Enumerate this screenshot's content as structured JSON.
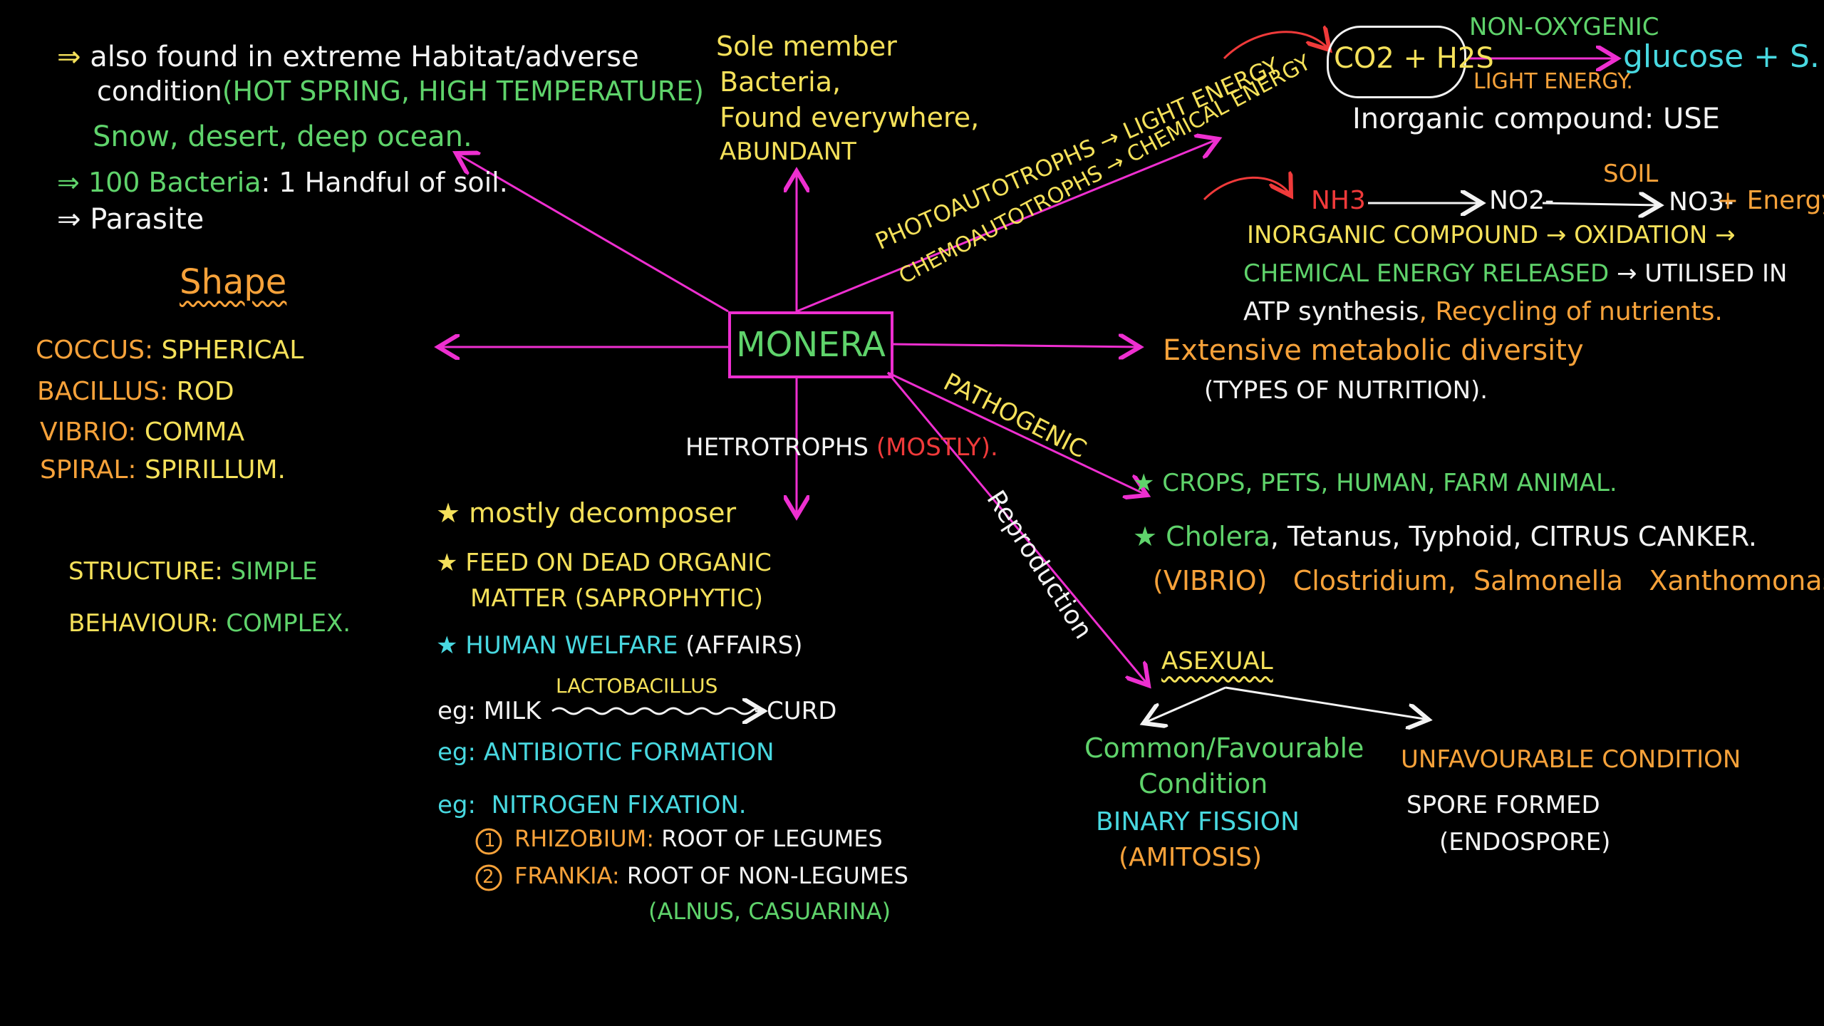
{
  "colors": {
    "background": "#000000",
    "white": "#f3f3f3",
    "yellow": "#f5e15a",
    "orange": "#f7a23a",
    "green": "#5fd36b",
    "cyan": "#48d8e0",
    "red": "#f03a3a",
    "magenta": "#ee2fd0"
  },
  "center": "MONERA",
  "habitat": {
    "line1": "also found in extreme Habitat/adverse",
    "line2a": "condition",
    "line2b": "(HOT SPRING, HIGH TEMPERATURE)",
    "line3": "Snow, desert, deep ocean.",
    "line4a": "100 Bacteria",
    "line4b": ": 1 Handful of soil.",
    "line5": "Parasite",
    "bullet": "⇒"
  },
  "sole": {
    "line1": "Sole member",
    "line2": "Bacteria,",
    "line3": "Found everywhere,",
    "line4": "ABUNDANT"
  },
  "shape": {
    "title": "Shape",
    "rows": [
      {
        "k": "COCCUS:",
        "v": "SPHERICAL"
      },
      {
        "k": "BACILLUS:",
        "v": "ROD"
      },
      {
        "k": "VIBRIO:",
        "v": "COMMA"
      },
      {
        "k": "SPIRAL:",
        "v": "SPIRILLUM."
      }
    ],
    "structure_k": "STRUCTURE:",
    "structure_v": "SIMPLE",
    "behaviour_k": "BEHAVIOUR:",
    "behaviour_v": "COMPLEX."
  },
  "auto": {
    "photo": "PHOTOAUTOTROPHS → LIGHT ENERGY",
    "chemo": "CHEMOAUTOTROPHS → CHEMICAL ENERGY",
    "reactants": "CO2 + H2S",
    "non_oxygenic": "NON-OXYGENIC",
    "light_energy": "LIGHT ENERGY.",
    "products": "glucose + S.",
    "inorganic_use": "Inorganic compound: USE",
    "soil": "SOIL",
    "nh3": "NH3",
    "no2": "NO2-",
    "no3": "NO3-",
    "plus_energy": "+ Energy",
    "line1": "INORGANIC COMPOUND → OXIDATION →",
    "line2": "CHEMICAL ENERGY RELEASED",
    "line2b": "→ UTILISED IN",
    "line3": "ATP synthesis",
    "line3b": ", Recycling of nutrients."
  },
  "metabolic": {
    "line1": "Extensive metabolic diversity",
    "line2": "(TYPES OF NUTRITION)."
  },
  "pathogenic": {
    "label": "PATHOGENIC",
    "line1": "CROPS, PETS, HUMAN, FARM ANIMAL.",
    "line2a": "Cholera",
    "line2b": ", Tetanus, Typhoid, CITRUS CANKER.",
    "line3a": "(VIBRIO)",
    "line3b": "Clostridium,",
    "line3c": "Salmonella",
    "line3d": "Xanthomonas.",
    "star": "★"
  },
  "hetero": {
    "label": "HETROTROPHS",
    "mostly": "(MOSTLY).",
    "line1": "mostly decomposer",
    "line2": "FEED ON DEAD ORGANIC",
    "line3": "MATTER (SAPROPHYTIC)",
    "line4a": "HUMAN WELFARE",
    "line4b": "(AFFAIRS)",
    "eg": "eg:",
    "milk": "MILK",
    "lacto": "LACTOBACILLUS",
    "curd": "CURD",
    "antibiotic": "ANTIBIOTIC FORMATION",
    "nitrogen": "NITROGEN FIXATION.",
    "n1": "1",
    "rhizo_k": "RHIZOBIUM:",
    "rhizo_v": "ROOT OF LEGUMES",
    "n2": "2",
    "frankia_k": "FRANKIA:",
    "frankia_v": "ROOT OF NON-LEGUMES",
    "alnus": "(ALNUS, CASUARINA)",
    "star": "★"
  },
  "reproduction": {
    "label": "Reproduction",
    "asexual": "ASEXUAL",
    "common1": "Common/Favourable",
    "common2": "Condition",
    "binary": "BINARY FISSION",
    "amitosis": "(AMITOSIS)",
    "unfav": "UNFAVOURABLE CONDITION",
    "spore": "SPORE FORMED",
    "endo": "(ENDOSPORE)"
  }
}
